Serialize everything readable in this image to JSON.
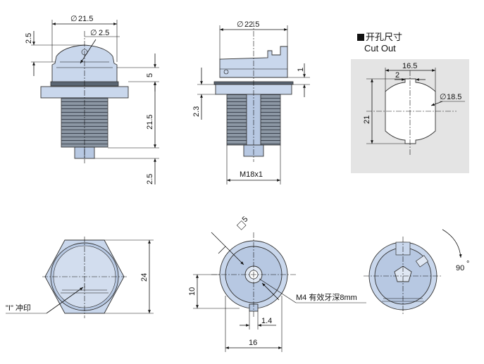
{
  "front_view": {
    "dia_top": "21.5",
    "dia_mark": "2.5",
    "h_top": "2.5",
    "h_flange": "5",
    "h_body": "21.5",
    "h_bottom": "2.5"
  },
  "side_view": {
    "dia": "22.5",
    "h_small": "1",
    "h_mid": "2.3",
    "thread": "M18x1"
  },
  "cutout": {
    "title_cn": "开孔尺寸",
    "title_en": "Cut Out",
    "width": "16.5",
    "key": "2",
    "dia": "18.5",
    "height": "21"
  },
  "hex_view": {
    "height": "24",
    "mark_label": "\"I\" 冲印"
  },
  "key_view": {
    "square": "5",
    "screw_note": "M4 有效牙深8mm",
    "h_left": "10",
    "w_small": "1.4",
    "w_total": "16"
  },
  "rotation": {
    "angle": "90",
    "degree_symbol": "°"
  }
}
